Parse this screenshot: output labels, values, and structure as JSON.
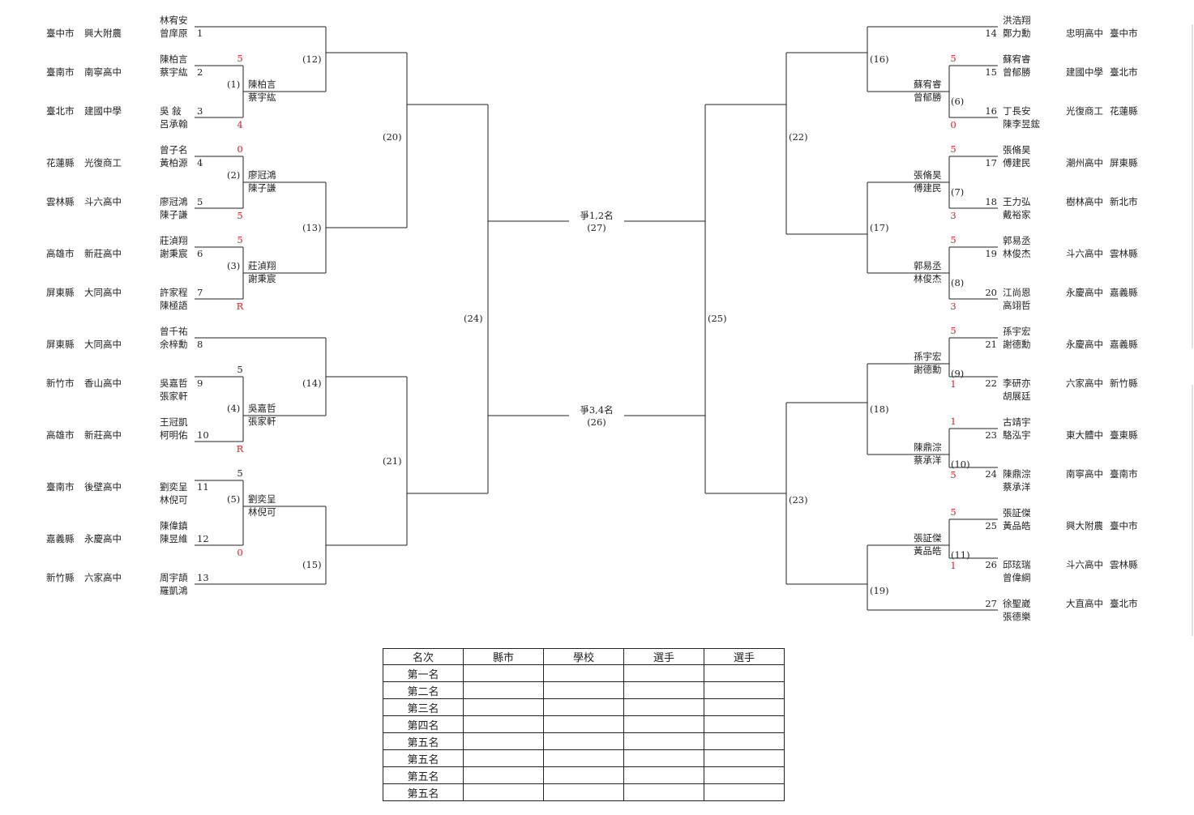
{
  "left_entries": [
    {
      "seed": "1",
      "county": "臺中市",
      "school": "興大附農",
      "p1": "林宥安",
      "p2": "曾庠原"
    },
    {
      "seed": "2",
      "county": "臺南市",
      "school": "南寧高中",
      "p1": "陳柏言",
      "p2": "蔡宇紘"
    },
    {
      "seed": "3",
      "county": "臺北市",
      "school": "建國中學",
      "p1": "吳 敍",
      "p2": "呂承翰"
    },
    {
      "seed": "4",
      "county": "花蓮縣",
      "school": "光復商工",
      "p1": "曾子名",
      "p2": "黃柏源"
    },
    {
      "seed": "5",
      "county": "雲林縣",
      "school": "斗六高中",
      "p1": "廖冠鴻",
      "p2": "陳子謙"
    },
    {
      "seed": "6",
      "county": "高雄市",
      "school": "新莊高中",
      "p1": "莊湞翔",
      "p2": "謝秉宸"
    },
    {
      "seed": "7",
      "county": "屏東縣",
      "school": "大同高中",
      "p1": "許家程",
      "p2": "陳極語"
    },
    {
      "seed": "8",
      "county": "屏東縣",
      "school": "大同高中",
      "p1": "曾千祐",
      "p2": "余梓勳"
    },
    {
      "seed": "9",
      "county": "新竹市",
      "school": "香山高中",
      "p1": "吳嘉哲",
      "p2": "張家軒"
    },
    {
      "seed": "10",
      "county": "高雄市",
      "school": "新莊高中",
      "p1": "王冠凱",
      "p2": "柯明佑"
    },
    {
      "seed": "11",
      "county": "臺南市",
      "school": "後壁高中",
      "p1": "劉奕呈",
      "p2": "林倪可"
    },
    {
      "seed": "12",
      "county": "嘉義縣",
      "school": "永慶高中",
      "p1": "陳偉鎮",
      "p2": "陳昱維"
    },
    {
      "seed": "13",
      "county": "新竹縣",
      "school": "六家高中",
      "p1": "周宇頡",
      "p2": "羅凱鴻"
    }
  ],
  "right_entries": [
    {
      "seed": "14",
      "county": "臺中市",
      "school": "忠明高中",
      "p1": "洪浩翔",
      "p2": "鄭力勳"
    },
    {
      "seed": "15",
      "county": "臺北市",
      "school": "建國中學",
      "p1": "蘇宥睿",
      "p2": "曾郁勝"
    },
    {
      "seed": "16",
      "county": "花蓮縣",
      "school": "光復商工",
      "p1": "丁長安",
      "p2": "陳李昱鋐"
    },
    {
      "seed": "17",
      "county": "屏東縣",
      "school": "潮州高中",
      "p1": "張脩昊",
      "p2": "傅建民"
    },
    {
      "seed": "18",
      "county": "新北市",
      "school": "樹林高中",
      "p1": "王力弘",
      "p2": "戴裕家"
    },
    {
      "seed": "19",
      "county": "雲林縣",
      "school": "斗六高中",
      "p1": "郭易丞",
      "p2": "林俊杰"
    },
    {
      "seed": "20",
      "county": "嘉義縣",
      "school": "永慶高中",
      "p1": "江尚恩",
      "p2": "高翊哲"
    },
    {
      "seed": "21",
      "county": "嘉義縣",
      "school": "永慶高中",
      "p1": "孫宇宏",
      "p2": "謝德勳"
    },
    {
      "seed": "22",
      "county": "新竹縣",
      "school": "六家高中",
      "p1": "李研亦",
      "p2": "胡展廷"
    },
    {
      "seed": "23",
      "county": "臺東縣",
      "school": "東大體中",
      "p1": "古靖宇",
      "p2": "駱泓宇"
    },
    {
      "seed": "24",
      "county": "臺南市",
      "school": "南寧高中",
      "p1": "陳鼎淙",
      "p2": "蔡承洋"
    },
    {
      "seed": "25",
      "county": "臺中市",
      "school": "興大附農",
      "p1": "張証傑",
      "p2": "黃品皓"
    },
    {
      "seed": "26",
      "county": "雲林縣",
      "school": "斗六高中",
      "p1": "邱玹瑞",
      "p2": "曾偉綱"
    },
    {
      "seed": "27",
      "county": "臺北市",
      "school": "大直高中",
      "p1": "徐聖崴",
      "p2": "張德樂"
    }
  ],
  "round1": [
    {
      "num": "(1)",
      "w1": "陳柏言",
      "w2": "蔡宇紘",
      "s_top": "5",
      "s_bot": "4"
    },
    {
      "num": "(2)",
      "w1": "廖冠鴻",
      "w2": "陳子謙",
      "s_top": "0",
      "s_bot": "5"
    },
    {
      "num": "(3)",
      "w1": "莊湞翔",
      "w2": "謝秉宸",
      "s_top": "5",
      "s_bot": "R"
    },
    {
      "num": "(4)",
      "w1": "吳嘉哲",
      "w2": "張家軒",
      "s_top": "5",
      "s_bot": "R"
    },
    {
      "num": "(5)",
      "w1": "劉奕呈",
      "w2": "林倪可",
      "s_top": "5",
      "s_bot": "0"
    },
    {
      "num": "(6)",
      "w1": "蘇宥睿",
      "w2": "曾郁勝",
      "s_top": "5",
      "s_bot": "0"
    },
    {
      "num": "(7)",
      "w1": "張脩昊",
      "w2": "傅建民",
      "s_top": "5",
      "s_bot": "3"
    },
    {
      "num": "(8)",
      "w1": "郭易丞",
      "w2": "林俊杰",
      "s_top": "5",
      "s_bot": "3"
    },
    {
      "num": "(9)",
      "w1": "孫宇宏",
      "w2": "謝德勳",
      "s_top": "5",
      "s_bot": "1"
    },
    {
      "num": "(10)",
      "w1": "陳鼎淙",
      "w2": "蔡承洋",
      "s_top": "1",
      "s_bot": "5"
    },
    {
      "num": "(11)",
      "w1": "張証傑",
      "w2": "黃品皓",
      "s_top": "5",
      "s_bot": "1"
    }
  ],
  "match_numbers": [
    "(12)",
    "(13)",
    "(14)",
    "(15)",
    "(16)",
    "(17)",
    "(18)",
    "(19)",
    "(20)",
    "(21)",
    "(22)",
    "(23)",
    "(24)",
    "(25)"
  ],
  "final": {
    "label": "爭1,2名",
    "num": "(27)"
  },
  "third": {
    "label": "爭3,4名",
    "num": "(26)"
  },
  "results_table": {
    "headers": [
      "名次",
      "縣市",
      "學校",
      "選手",
      "選手"
    ],
    "ranks": [
      "第一名",
      "第二名",
      "第三名",
      "第四名",
      "第五名",
      "第五名",
      "第五名",
      "第五名"
    ]
  },
  "colors": {
    "line": "#222222",
    "score": "#d62020"
  }
}
